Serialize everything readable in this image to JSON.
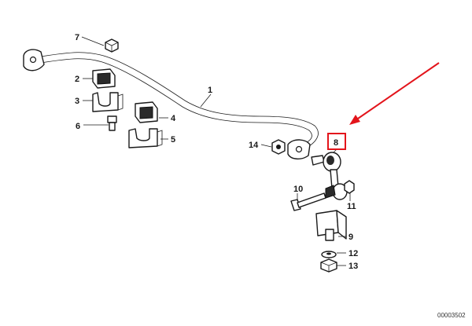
{
  "callouts": {
    "c1": "1",
    "c2": "2",
    "c3": "3",
    "c4": "4",
    "c5": "5",
    "c6": "6",
    "c7": "7",
    "c8": "8",
    "c9": "9",
    "c10": "10",
    "c11": "11",
    "c12": "12",
    "c13": "13",
    "c14": "14"
  },
  "reference_code": "00003502",
  "colors": {
    "highlight": "#e3141b",
    "line": "#1a1a1a"
  }
}
